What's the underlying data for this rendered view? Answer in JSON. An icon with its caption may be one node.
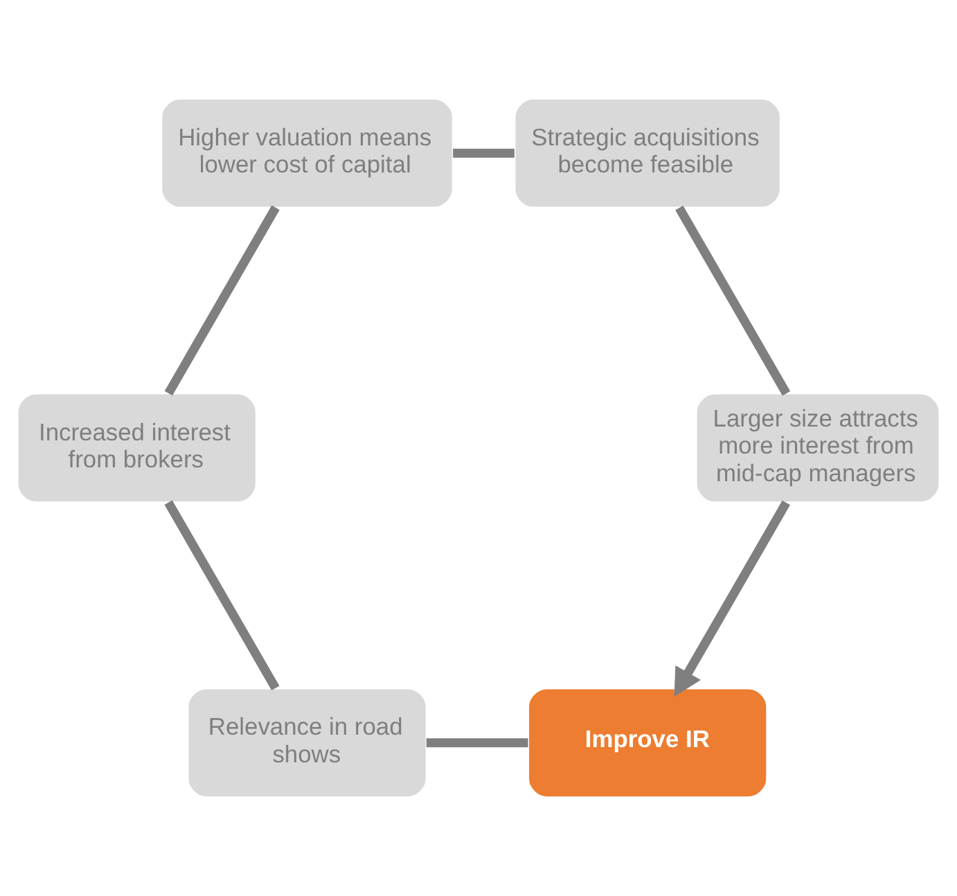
{
  "diagram": {
    "nodes": [
      {
        "text": [
          "Improve IR"
        ]
      },
      {
        "text": [
          "Relevance in road shows"
        ]
      },
      {
        "text": [
          "Increased interest from brokers"
        ]
      },
      {
        "text": [
          "Higher valuation means lower cost of capital"
        ]
      },
      {
        "text": [
          "Strategic acquisitions become feasible"
        ]
      },
      {
        "text": [
          "Larger size attracts more interest from mid-cap managers"
        ]
      }
    ],
    "edges": [
      {
        "from": 0,
        "to": 1,
        "arrow": "none"
      },
      {
        "from": 1,
        "to": 2,
        "arrow": "none"
      },
      {
        "from": 2,
        "to": 3,
        "arrow": "none"
      },
      {
        "from": 3,
        "to": 4,
        "arrow": "none"
      },
      {
        "from": 4,
        "to": 5,
        "arrow": "none"
      },
      {
        "from": 5,
        "to": 0,
        "arrow": "to"
      }
    ]
  }
}
